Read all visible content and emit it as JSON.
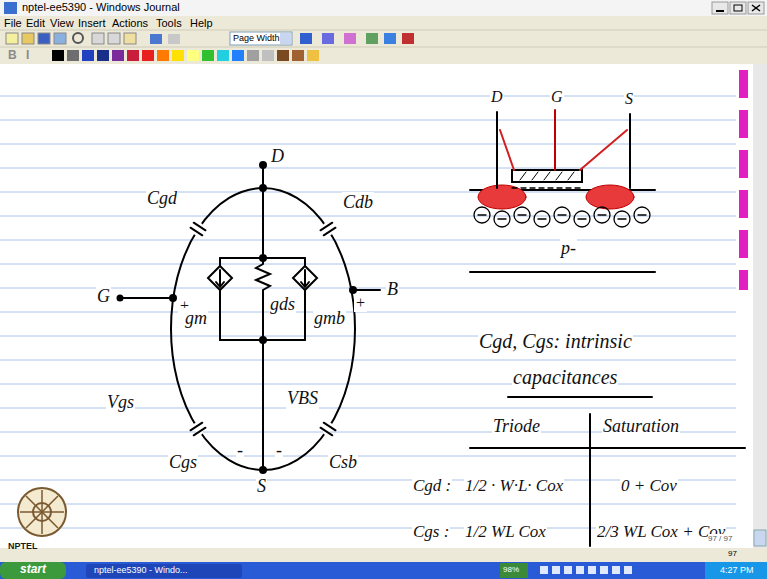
{
  "diagram": {
    "labels": [
      "nptel-ee5390 - Windows Journal",
      "File",
      "Edit",
      "View",
      "Insert",
      "Actions",
      "Tools",
      "Help",
      "Page Width",
      "B",
      "I",
      "D",
      "Cgd",
      "Cdb",
      "G",
      "+",
      "gm",
      "gds",
      "gmb",
      "+",
      "B",
      "Vgs",
      "VBS",
      "Cgs",
      "-",
      "-",
      "Csb",
      "S",
      "D",
      "G",
      "S",
      "p-",
      "Cgd, Cgs: intrinsic",
      "capacitances",
      "Triode",
      "Saturation",
      "Cgd :",
      "1/2 · W·L· Cox",
      "0 + Cov",
      "Cgs :",
      "1/2 WL Cox",
      "2/3 WL Cox + Cov",
      "NPTEL",
      "start",
      "nptel-ee5390 - Windo...",
      "98%",
      "4:27 PM",
      "97 / 97",
      "97"
    ]
  }
}
